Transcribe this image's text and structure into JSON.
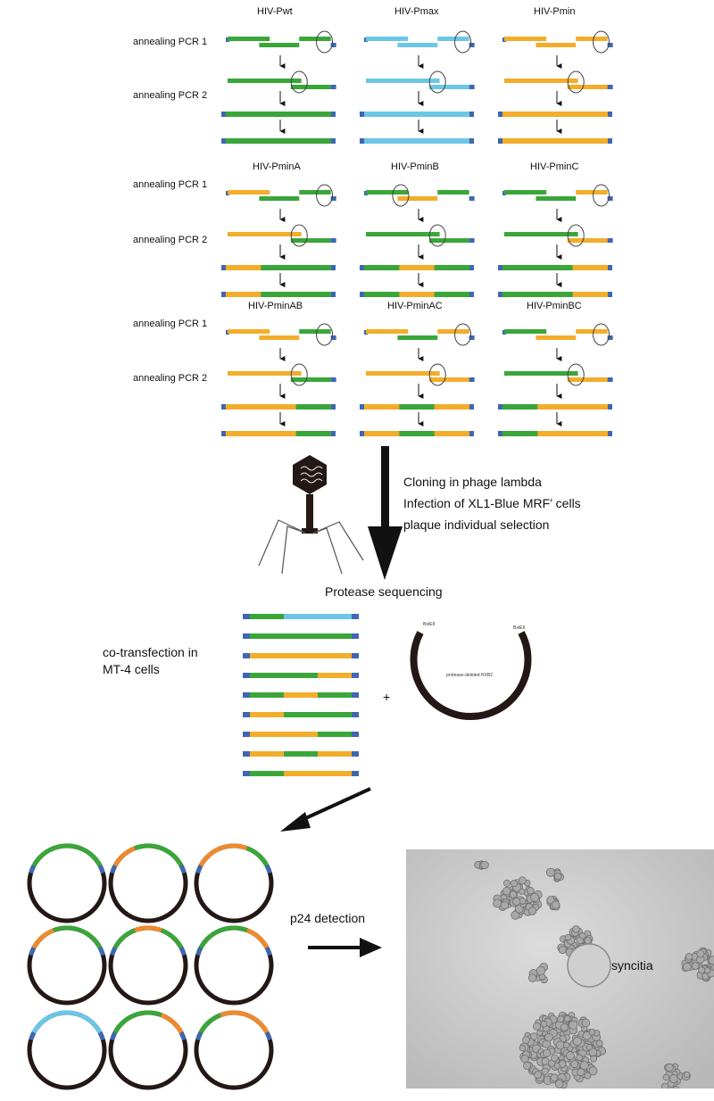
{
  "colors": {
    "wt": "#3aa63a",
    "max": "#6cc6e6",
    "min": "#f2ad2a",
    "min_ring": "#ee8a2e",
    "primer": "#3f67b0",
    "dark": "#231815"
  },
  "annealing": {
    "row1_label": "annealing PCR 1",
    "row2_label": "annealing PCR 2"
  },
  "constructs": [
    {
      "name": "HIV-Pwt",
      "segments": [
        "wt",
        "wt",
        "wt"
      ],
      "circled": "right"
    },
    {
      "name": "HIV-Pmax",
      "segments": [
        "max",
        "max",
        "max"
      ],
      "circled": "right"
    },
    {
      "name": "HIV-Pmin",
      "segments": [
        "min",
        "min",
        "min"
      ],
      "circled": "right"
    },
    {
      "name": "HIV-PminA",
      "segments": [
        "min",
        "wt",
        "wt"
      ],
      "circled": "right"
    },
    {
      "name": "HIV-PminB",
      "segments": [
        "wt",
        "min",
        "wt"
      ],
      "circled": "left"
    },
    {
      "name": "HIV-PminC",
      "segments": [
        "wt",
        "wt",
        "min"
      ],
      "circled": "right"
    },
    {
      "name": "HIV-PminAB",
      "segments": [
        "min",
        "min",
        "wt"
      ],
      "circled": "right"
    },
    {
      "name": "HIV-PminAC",
      "segments": [
        "min",
        "wt",
        "min"
      ],
      "circled": "right"
    },
    {
      "name": "HIV-PminBC",
      "segments": [
        "wt",
        "min",
        "min"
      ],
      "circled": "right"
    }
  ],
  "cloning_steps": [
    "Cloning in phage lambda",
    "Infection of XL1-Blue MRF’ cells",
    "plaque individual selection"
  ],
  "sequencing_label": "Protease sequencing",
  "cotransfection_line1": "co-transfection in",
  "cotransfection_line2": "MT-4 cells",
  "plus_sign": "+",
  "plasmid": {
    "site_left": "BstEII",
    "site_right": "BstEII",
    "center_label": "protease-deleted HXB2"
  },
  "sequenced_inserts": [
    [
      "wt",
      "max",
      "max"
    ],
    [
      "wt",
      "wt",
      "wt"
    ],
    [
      "min",
      "min",
      "min"
    ],
    [
      "wt",
      "wt",
      "min"
    ],
    [
      "wt",
      "min",
      "wt"
    ],
    [
      "min",
      "wt",
      "wt"
    ],
    [
      "min",
      "min",
      "wt"
    ],
    [
      "min",
      "wt",
      "min"
    ],
    [
      "wt",
      "min",
      "min"
    ]
  ],
  "recombinant_arcs": [
    [
      "wt",
      "wt",
      "wt"
    ],
    [
      "min_ring",
      "wt",
      "wt"
    ],
    [
      "min_ring",
      "min_ring",
      "wt"
    ],
    [
      "min_ring",
      "wt",
      "wt"
    ],
    [
      "wt",
      "min_ring",
      "wt"
    ],
    [
      "wt",
      "wt",
      "min_ring"
    ],
    [
      "max",
      "max",
      "max"
    ],
    [
      "wt",
      "wt",
      "min_ring"
    ],
    [
      "wt",
      "min_ring",
      "min_ring"
    ]
  ],
  "p24_label": "p24 detection",
  "syncitia_label": "syncitia"
}
